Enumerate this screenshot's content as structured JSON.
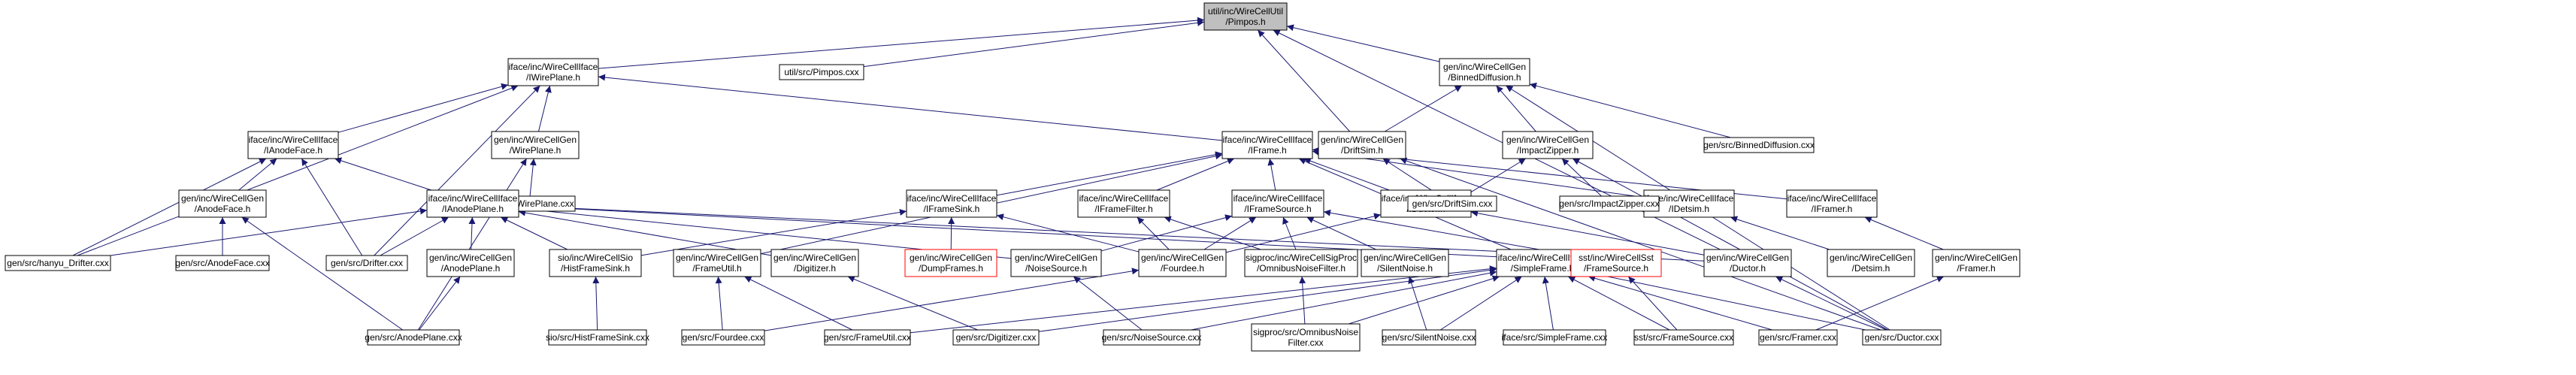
{
  "colors": {
    "edge": "#191970",
    "root_fill": "#bfbfbf",
    "node_border": "#000000",
    "missing_border": "#ff0000",
    "background": "#ffffff"
  },
  "nodes": [
    {
      "id": "pimpos_h",
      "label": [
        "util/inc/WireCellUtil",
        "/Pimpos.h"
      ],
      "root": true
    },
    {
      "id": "pimpos_cxx",
      "label": [
        "util/src/Pimpos.cxx"
      ]
    },
    {
      "id": "iwireplane",
      "label": [
        "iface/inc/WireCellIface",
        "/IWirePlane.h"
      ]
    },
    {
      "id": "binned_h",
      "label": [
        "gen/inc/WireCellGen",
        "/BinnedDiffusion.h"
      ]
    },
    {
      "id": "ianodeface",
      "label": [
        "iface/inc/WireCellIface",
        "/IAnodeFace.h"
      ]
    },
    {
      "id": "wireplane_h",
      "label": [
        "gen/inc/WireCellGen",
        "/WirePlane.h"
      ]
    },
    {
      "id": "iframe",
      "label": [
        "iface/inc/WireCellIface",
        "/IFrame.h"
      ]
    },
    {
      "id": "driftsim_h",
      "label": [
        "gen/inc/WireCellGen",
        "/DriftSim.h"
      ]
    },
    {
      "id": "impactzipper_h",
      "label": [
        "gen/inc/WireCellGen",
        "/ImpactZipper.h"
      ]
    },
    {
      "id": "binned_cxx",
      "label": [
        "gen/src/BinnedDiffusion.cxx"
      ]
    },
    {
      "id": "anodeface_h",
      "label": [
        "gen/inc/WireCellGen",
        "/AnodeFace.h"
      ]
    },
    {
      "id": "wireplane_cxx",
      "label": [
        "gen/src/WirePlane.cxx"
      ]
    },
    {
      "id": "ianodeplane",
      "label": [
        "iface/inc/WireCellIface",
        "/IAnodePlane.h"
      ]
    },
    {
      "id": "iframesink",
      "label": [
        "iface/inc/WireCellIface",
        "/IFrameSink.h"
      ]
    },
    {
      "id": "iframefilter",
      "label": [
        "iface/inc/WireCellIface",
        "/IFrameFilter.h"
      ]
    },
    {
      "id": "iframesource",
      "label": [
        "iface/inc/WireCellIface",
        "/IFrameSource.h"
      ]
    },
    {
      "id": "iductor",
      "label": [
        "iface/inc/WireCellIface",
        "/IDuctor.h"
      ]
    },
    {
      "id": "idetsim",
      "label": [
        "iface/inc/WireCellIface",
        "/IDetsim.h"
      ]
    },
    {
      "id": "iframer",
      "label": [
        "iface/inc/WireCellIface",
        "/IFramer.h"
      ]
    },
    {
      "id": "driftsim_cxx",
      "label": [
        "gen/src/DriftSim.cxx"
      ]
    },
    {
      "id": "impactzipper_cxx",
      "label": [
        "gen/src/ImpactZipper.cxx"
      ]
    },
    {
      "id": "hanyu_cxx",
      "label": [
        "gen/src/hanyu_Drifter.cxx"
      ]
    },
    {
      "id": "anodeface_cxx",
      "label": [
        "gen/src/AnodeFace.cxx"
      ]
    },
    {
      "id": "drifter_cxx",
      "label": [
        "gen/src/Drifter.cxx"
      ]
    },
    {
      "id": "anodeplane_h",
      "label": [
        "gen/inc/WireCellGen",
        "/AnodePlane.h"
      ]
    },
    {
      "id": "histframesink_h",
      "label": [
        "sio/inc/WireCellSio",
        "/HistFrameSink.h"
      ]
    },
    {
      "id": "frameutil_h",
      "label": [
        "gen/inc/WireCellGen",
        "/FrameUtil.h"
      ]
    },
    {
      "id": "digitizer_h",
      "label": [
        "gen/inc/WireCellGen",
        "/Digitizer.h"
      ]
    },
    {
      "id": "dumpframes_h",
      "label": [
        "gen/inc/WireCellGen",
        "/DumpFrames.h"
      ],
      "missing": true
    },
    {
      "id": "noisesource_h",
      "label": [
        "gen/inc/WireCellGen",
        "/NoiseSource.h"
      ]
    },
    {
      "id": "fourdee_h",
      "label": [
        "gen/inc/WireCellGen",
        "/Fourdee.h"
      ]
    },
    {
      "id": "omnibus_h",
      "label": [
        "sigproc/inc/WireCellSigProc",
        "/OmnibusNoiseFilter.h"
      ]
    },
    {
      "id": "silentnoise_h",
      "label": [
        "gen/inc/WireCellGen",
        "/SilentNoise.h"
      ]
    },
    {
      "id": "simpleframe_h",
      "label": [
        "iface/inc/WireCellIface",
        "/SimpleFrame.h"
      ]
    },
    {
      "id": "framesource_h",
      "label": [
        "sst/inc/WireCellSst",
        "/FrameSource.h"
      ],
      "missing": true
    },
    {
      "id": "ductor_h",
      "label": [
        "gen/inc/WireCellGen",
        "/Ductor.h"
      ]
    },
    {
      "id": "detsim_h",
      "label": [
        "gen/inc/WireCellGen",
        "/Detsim.h"
      ]
    },
    {
      "id": "framer_h",
      "label": [
        "gen/inc/WireCellGen",
        "/Framer.h"
      ]
    },
    {
      "id": "anodeplane_cxx",
      "label": [
        "gen/src/AnodePlane.cxx"
      ]
    },
    {
      "id": "histframesink_cxx",
      "label": [
        "sio/src/HistFrameSink.cxx"
      ]
    },
    {
      "id": "fourdee_cxx",
      "label": [
        "gen/src/Fourdee.cxx"
      ]
    },
    {
      "id": "frameutil_cxx",
      "label": [
        "gen/src/FrameUtil.cxx"
      ]
    },
    {
      "id": "digitizer_cxx",
      "label": [
        "gen/src/Digitizer.cxx"
      ]
    },
    {
      "id": "noisesource_cxx",
      "label": [
        "gen/src/NoiseSource.cxx"
      ]
    },
    {
      "id": "omnibus_cxx",
      "label": [
        "sigproc/src/OmnibusNoise",
        "Filter.cxx"
      ]
    },
    {
      "id": "silentnoise_cxx",
      "label": [
        "gen/src/SilentNoise.cxx"
      ]
    },
    {
      "id": "simpleframe_cxx",
      "label": [
        "iface/src/SimpleFrame.cxx"
      ]
    },
    {
      "id": "framesource_cxx",
      "label": [
        "sst/src/FrameSource.cxx"
      ]
    },
    {
      "id": "framer_cxx",
      "label": [
        "gen/src/Framer.cxx"
      ]
    },
    {
      "id": "ductor_cxx",
      "label": [
        "gen/src/Ductor.cxx"
      ]
    }
  ],
  "edges": [
    [
      "pimpos_cxx",
      "pimpos_h"
    ],
    [
      "iwireplane",
      "pimpos_h"
    ],
    [
      "binned_h",
      "pimpos_h"
    ],
    [
      "driftsim_h",
      "pimpos_h"
    ],
    [
      "ductor_h",
      "pimpos_h"
    ],
    [
      "ianodeface",
      "iwireplane"
    ],
    [
      "wireplane_h",
      "iwireplane"
    ],
    [
      "iframe",
      "iwireplane"
    ],
    [
      "hanyu_cxx",
      "iwireplane"
    ],
    [
      "drifter_cxx",
      "iwireplane"
    ],
    [
      "driftsim_h",
      "binned_h"
    ],
    [
      "impactzipper_h",
      "binned_h"
    ],
    [
      "binned_cxx",
      "binned_h"
    ],
    [
      "ductor_cxx",
      "binned_h"
    ],
    [
      "anodeface_h",
      "ianodeface"
    ],
    [
      "ianodeplane",
      "ianodeface"
    ],
    [
      "hanyu_cxx",
      "ianodeface"
    ],
    [
      "drifter_cxx",
      "ianodeface"
    ],
    [
      "wireplane_cxx",
      "wireplane_h"
    ],
    [
      "anodeplane_cxx",
      "wireplane_h"
    ],
    [
      "iframesink",
      "iframe"
    ],
    [
      "iframefilter",
      "iframe"
    ],
    [
      "iframesource",
      "iframe"
    ],
    [
      "iductor",
      "iframe"
    ],
    [
      "idetsim",
      "iframe"
    ],
    [
      "iframer",
      "iframe"
    ],
    [
      "simpleframe_h",
      "iframe"
    ],
    [
      "frameutil_h",
      "iframe"
    ],
    [
      "driftsim_cxx",
      "driftsim_h"
    ],
    [
      "ductor_cxx",
      "driftsim_h"
    ],
    [
      "driftsim_cxx",
      "impactzipper_h"
    ],
    [
      "impactzipper_cxx",
      "impactzipper_h"
    ],
    [
      "ductor_cxx",
      "impactzipper_h"
    ],
    [
      "anodeface_cxx",
      "anodeface_h"
    ],
    [
      "anodeplane_cxx",
      "anodeface_h"
    ],
    [
      "hanyu_cxx",
      "ianodeplane"
    ],
    [
      "drifter_cxx",
      "ianodeplane"
    ],
    [
      "anodeplane_h",
      "ianodeplane"
    ],
    [
      "histframesink_h",
      "ianodeplane"
    ],
    [
      "digitizer_h",
      "ianodeplane"
    ],
    [
      "noisesource_h",
      "ianodeplane"
    ],
    [
      "framesource_h",
      "ianodeplane"
    ],
    [
      "ductor_h",
      "ianodeplane"
    ],
    [
      "histframesink_h",
      "iframesink"
    ],
    [
      "dumpframes_h",
      "iframesink"
    ],
    [
      "fourdee_h",
      "iframesink"
    ],
    [
      "fourdee_h",
      "iframefilter"
    ],
    [
      "omnibus_h",
      "iframefilter"
    ],
    [
      "fourdee_h",
      "iframesource"
    ],
    [
      "omnibus_h",
      "iframesource"
    ],
    [
      "silentnoise_h",
      "iframesource"
    ],
    [
      "framesource_h",
      "iframesource"
    ],
    [
      "noisesource_h",
      "iframesource"
    ],
    [
      "fourdee_h",
      "iductor"
    ],
    [
      "ductor_h",
      "iductor"
    ],
    [
      "detsim_h",
      "idetsim"
    ],
    [
      "framer_h",
      "iframer"
    ],
    [
      "anodeplane_cxx",
      "anodeplane_h"
    ],
    [
      "histframesink_cxx",
      "histframesink_h"
    ],
    [
      "fourdee_cxx",
      "frameutil_h"
    ],
    [
      "frameutil_cxx",
      "frameutil_h"
    ],
    [
      "digitizer_cxx",
      "digitizer_h"
    ],
    [
      "noisesource_cxx",
      "noisesource_h"
    ],
    [
      "fourdee_cxx",
      "fourdee_h"
    ],
    [
      "omnibus_cxx",
      "omnibus_h"
    ],
    [
      "silentnoise_cxx",
      "silentnoise_h"
    ],
    [
      "framesource_cxx",
      "framesource_h"
    ],
    [
      "ductor_cxx",
      "ductor_h"
    ],
    [
      "framer_cxx",
      "framer_h"
    ],
    [
      "frameutil_cxx",
      "simpleframe_h"
    ],
    [
      "digitizer_cxx",
      "simpleframe_h"
    ],
    [
      "noisesource_cxx",
      "simpleframe_h"
    ],
    [
      "omnibus_cxx",
      "simpleframe_h"
    ],
    [
      "silentnoise_cxx",
      "simpleframe_h"
    ],
    [
      "simpleframe_cxx",
      "simpleframe_h"
    ],
    [
      "framesource_cxx",
      "simpleframe_h"
    ],
    [
      "framer_cxx",
      "simpleframe_h"
    ],
    [
      "ductor_cxx",
      "simpleframe_h"
    ]
  ]
}
